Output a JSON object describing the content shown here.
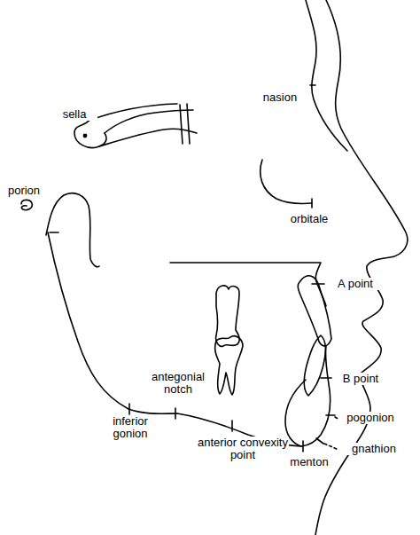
{
  "diagram": {
    "labels": [
      "sella",
      "nasion",
      "porion",
      "orbitale",
      "A point",
      "antegonial notch",
      "B point",
      "inferior gonion",
      "pogonion",
      "gnathion",
      "anterior convexity point",
      "menton"
    ]
  }
}
